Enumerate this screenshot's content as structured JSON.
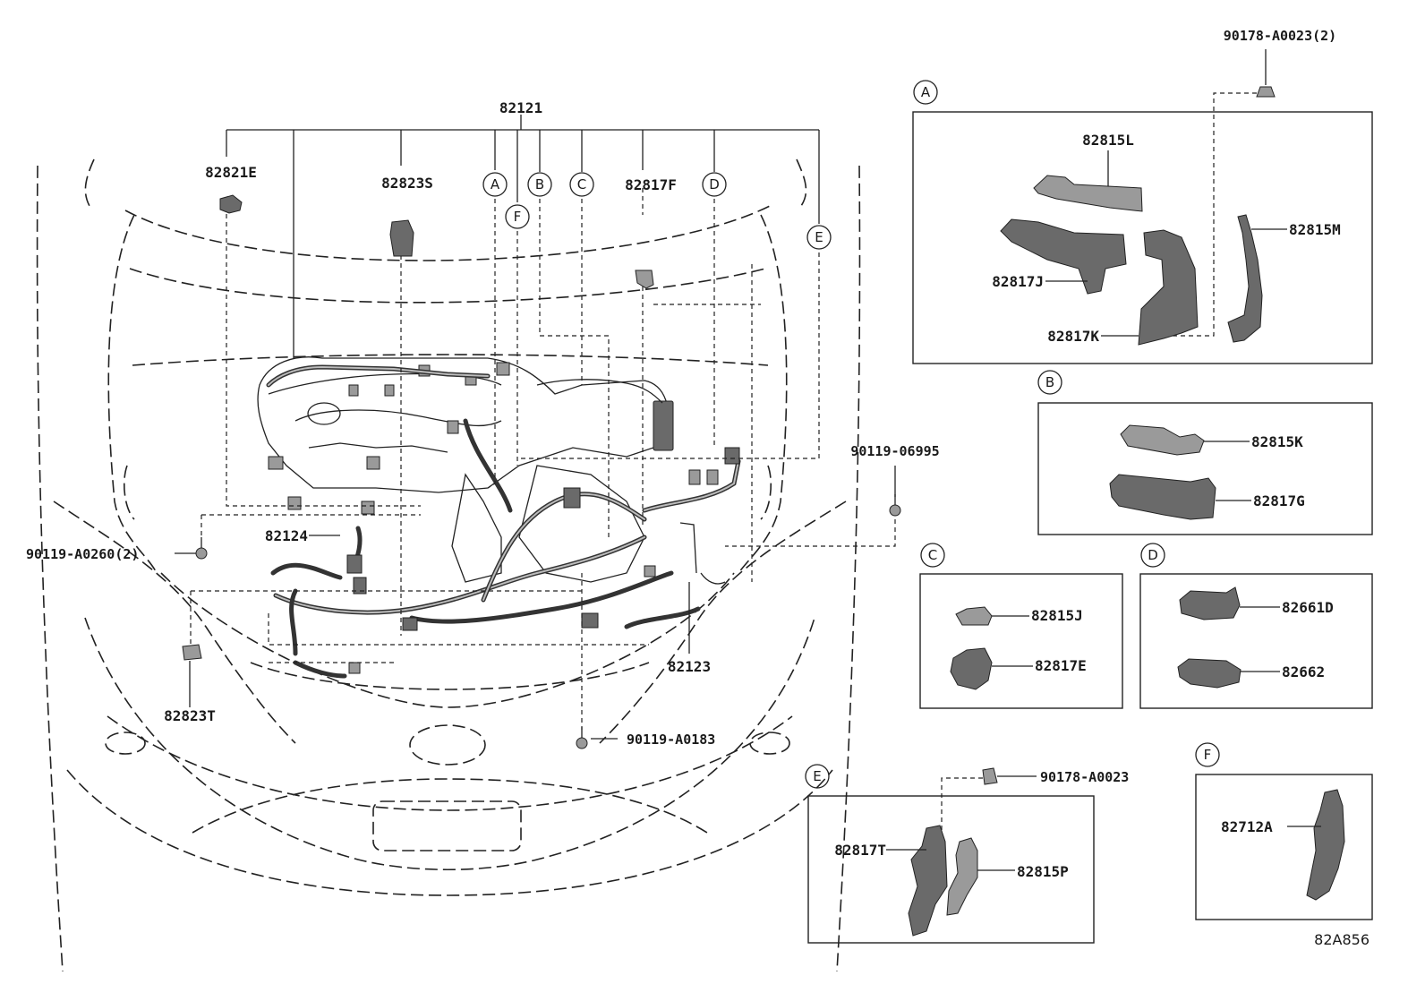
{
  "labels": {
    "harness_main": "82121",
    "grommet_top": "82821E",
    "clamp_top": "82823S",
    "bracket_f": "82817F",
    "harness_engine": "82124",
    "harness_front": "82123",
    "clamp_bottom": "82823T",
    "bolt_left": "90119-A0260(2)",
    "bolt_right": "90119-06995",
    "bolt_center": "90119-A0183",
    "clip_top": "90178-A0023(2)",
    "clip_e": "90178-A0023"
  },
  "callouts": [
    "A",
    "B",
    "C",
    "D",
    "E",
    "F"
  ],
  "detail_a": {
    "letter": "A",
    "parts": [
      "82815L",
      "82815M",
      "82817J",
      "82817K"
    ]
  },
  "detail_b": {
    "letter": "B",
    "parts": [
      "82815K",
      "82817G"
    ]
  },
  "detail_c": {
    "letter": "C",
    "parts": [
      "82815J",
      "82817E"
    ]
  },
  "detail_d": {
    "letter": "D",
    "parts": [
      "82661D",
      "82662"
    ]
  },
  "detail_e": {
    "letter": "E",
    "parts": [
      "82817T",
      "82815P"
    ]
  },
  "detail_f": {
    "letter": "F",
    "parts": [
      "82712A"
    ]
  },
  "figure_code": "82A856"
}
